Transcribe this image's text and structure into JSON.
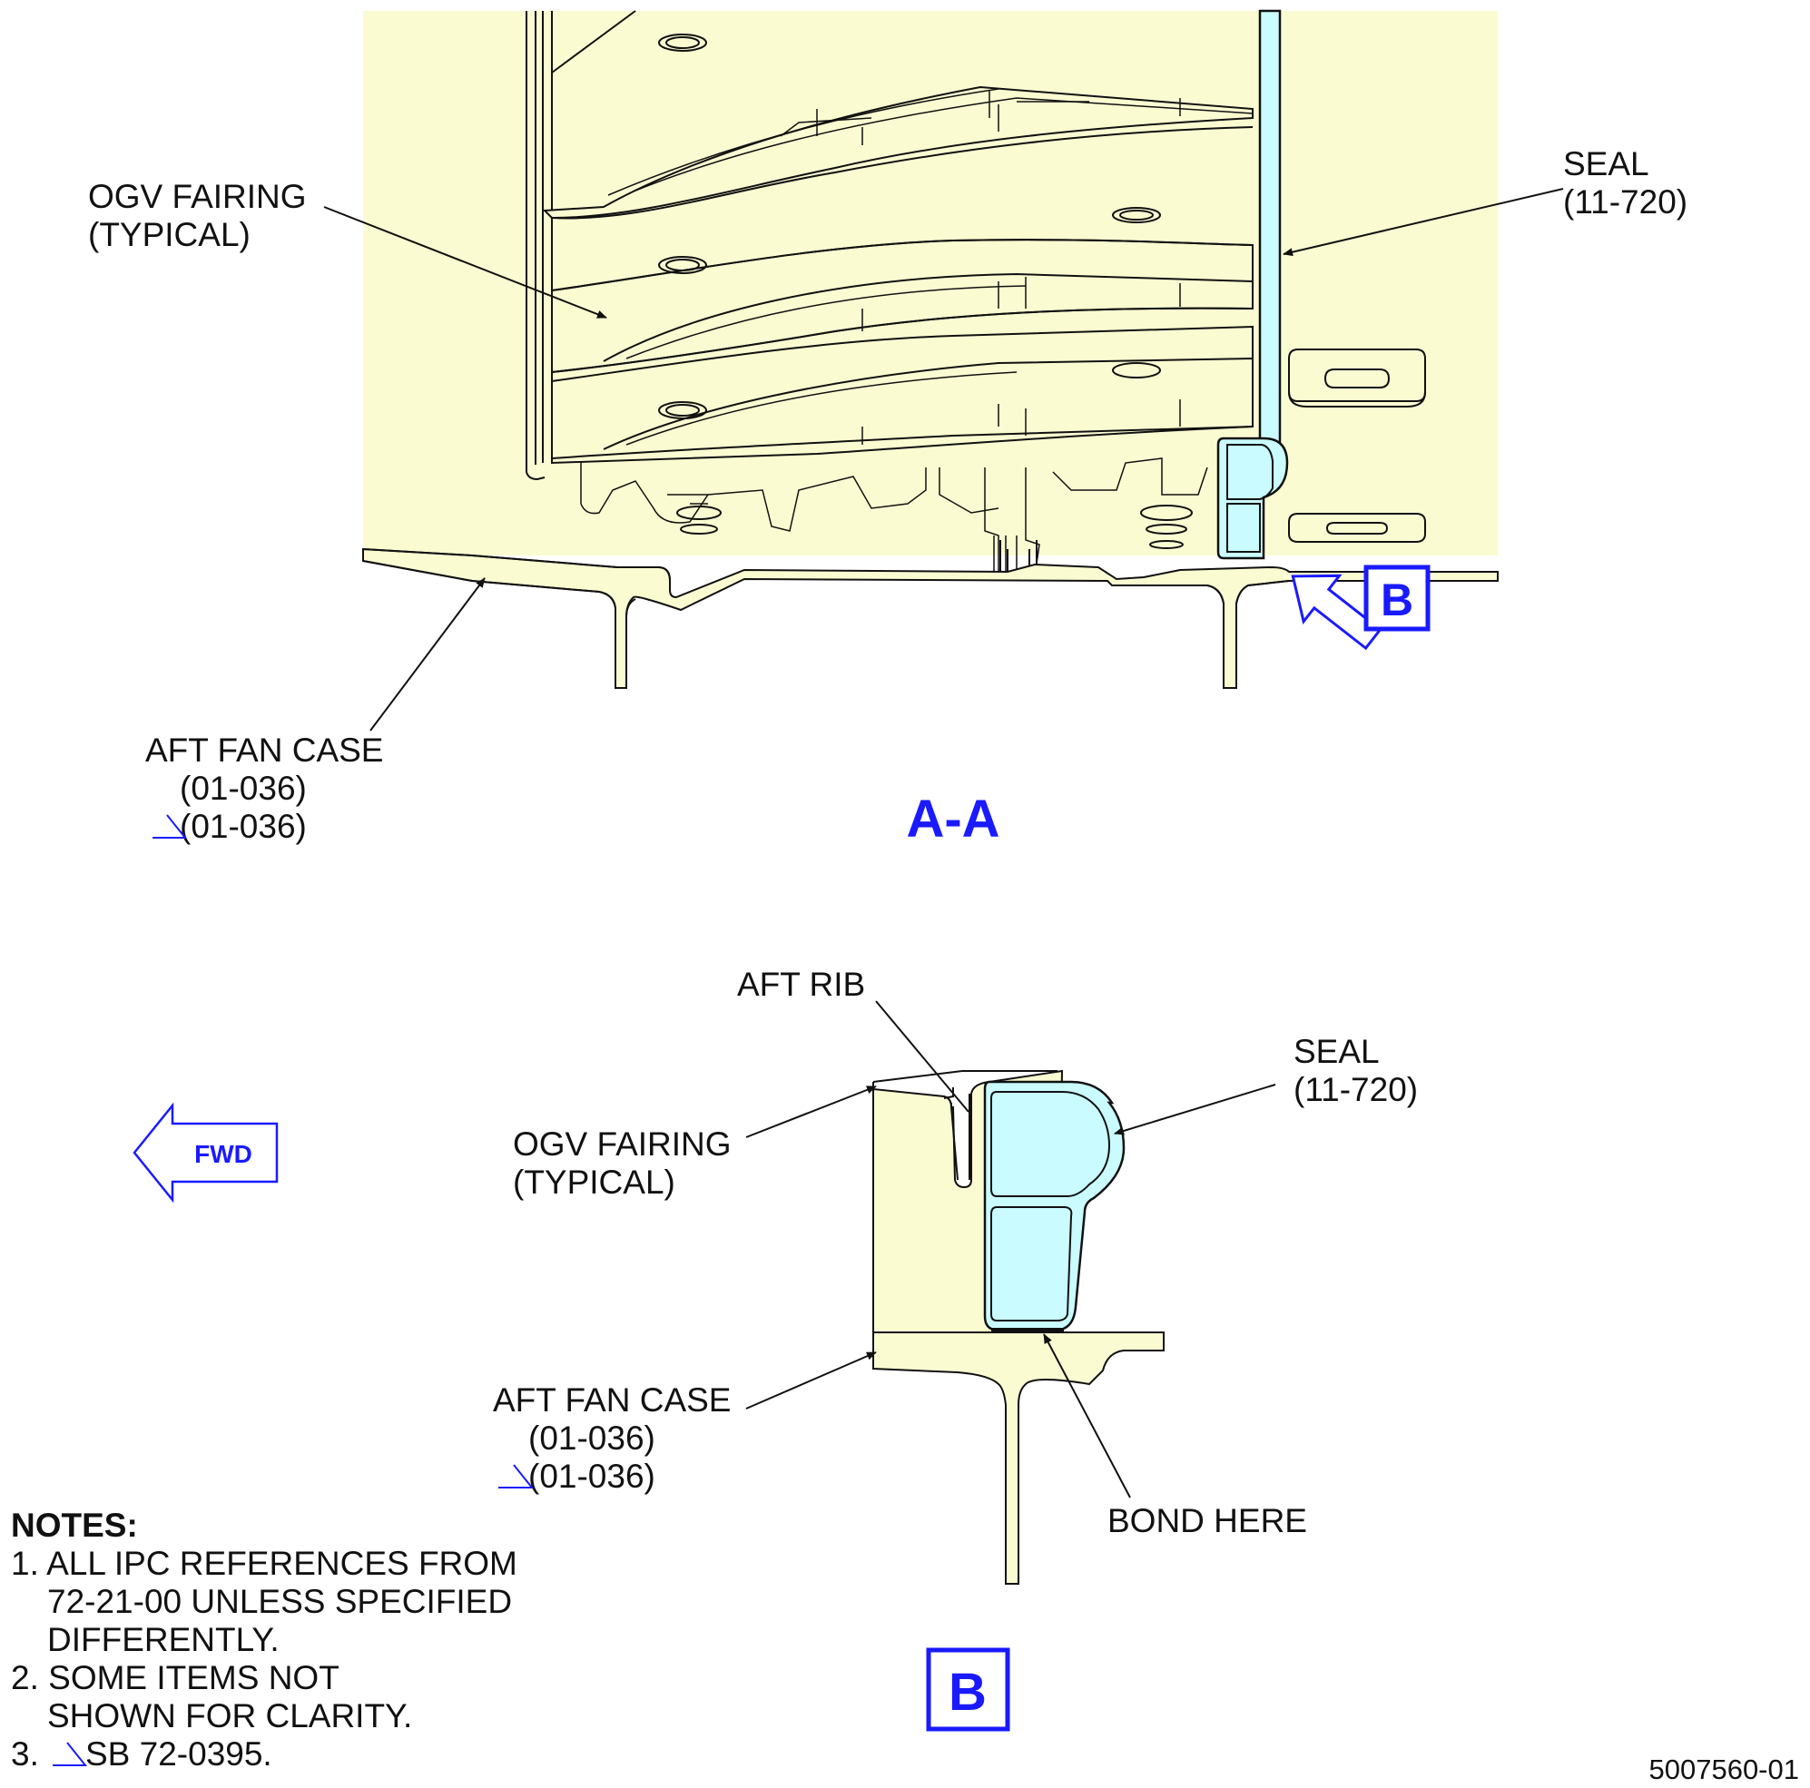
{
  "view_aa": {
    "title": "A-A",
    "ogv_label": [
      "OGV FAIRING",
      "(TYPICAL)"
    ],
    "seal_label": [
      "SEAL",
      "(11-720)"
    ],
    "fan_case_label": [
      "AFT FAN CASE",
      "(01-036)",
      "(01-036)"
    ],
    "detail_flag": "B"
  },
  "view_b": {
    "title": "B",
    "aft_rib_label": "AFT RIB",
    "ogv_label": [
      "OGV FAIRING",
      "(TYPICAL)"
    ],
    "seal_label": [
      "SEAL",
      "(11-720)"
    ],
    "fan_case_label": [
      "AFT FAN CASE",
      "(01-036)",
      "(01-036)"
    ],
    "bond_label": "BOND HERE"
  },
  "fwd_label": "FWD",
  "notes": {
    "heading": "NOTES:",
    "lines": [
      "1. ALL IPC REFERENCES FROM",
      "72-21-00 UNLESS SPECIFIED",
      "DIFFERENTLY.",
      "2. SOME ITEMS NOT",
      "SHOWN FOR CLARITY.",
      "3.",
      "SB 72-0395."
    ]
  },
  "figure_number": "5007560-01",
  "colors": {
    "part_fill": "#fbfbd2",
    "seal_fill": "#c9fbff",
    "callout_blue": "#1a1aff",
    "ink": "#111111"
  }
}
